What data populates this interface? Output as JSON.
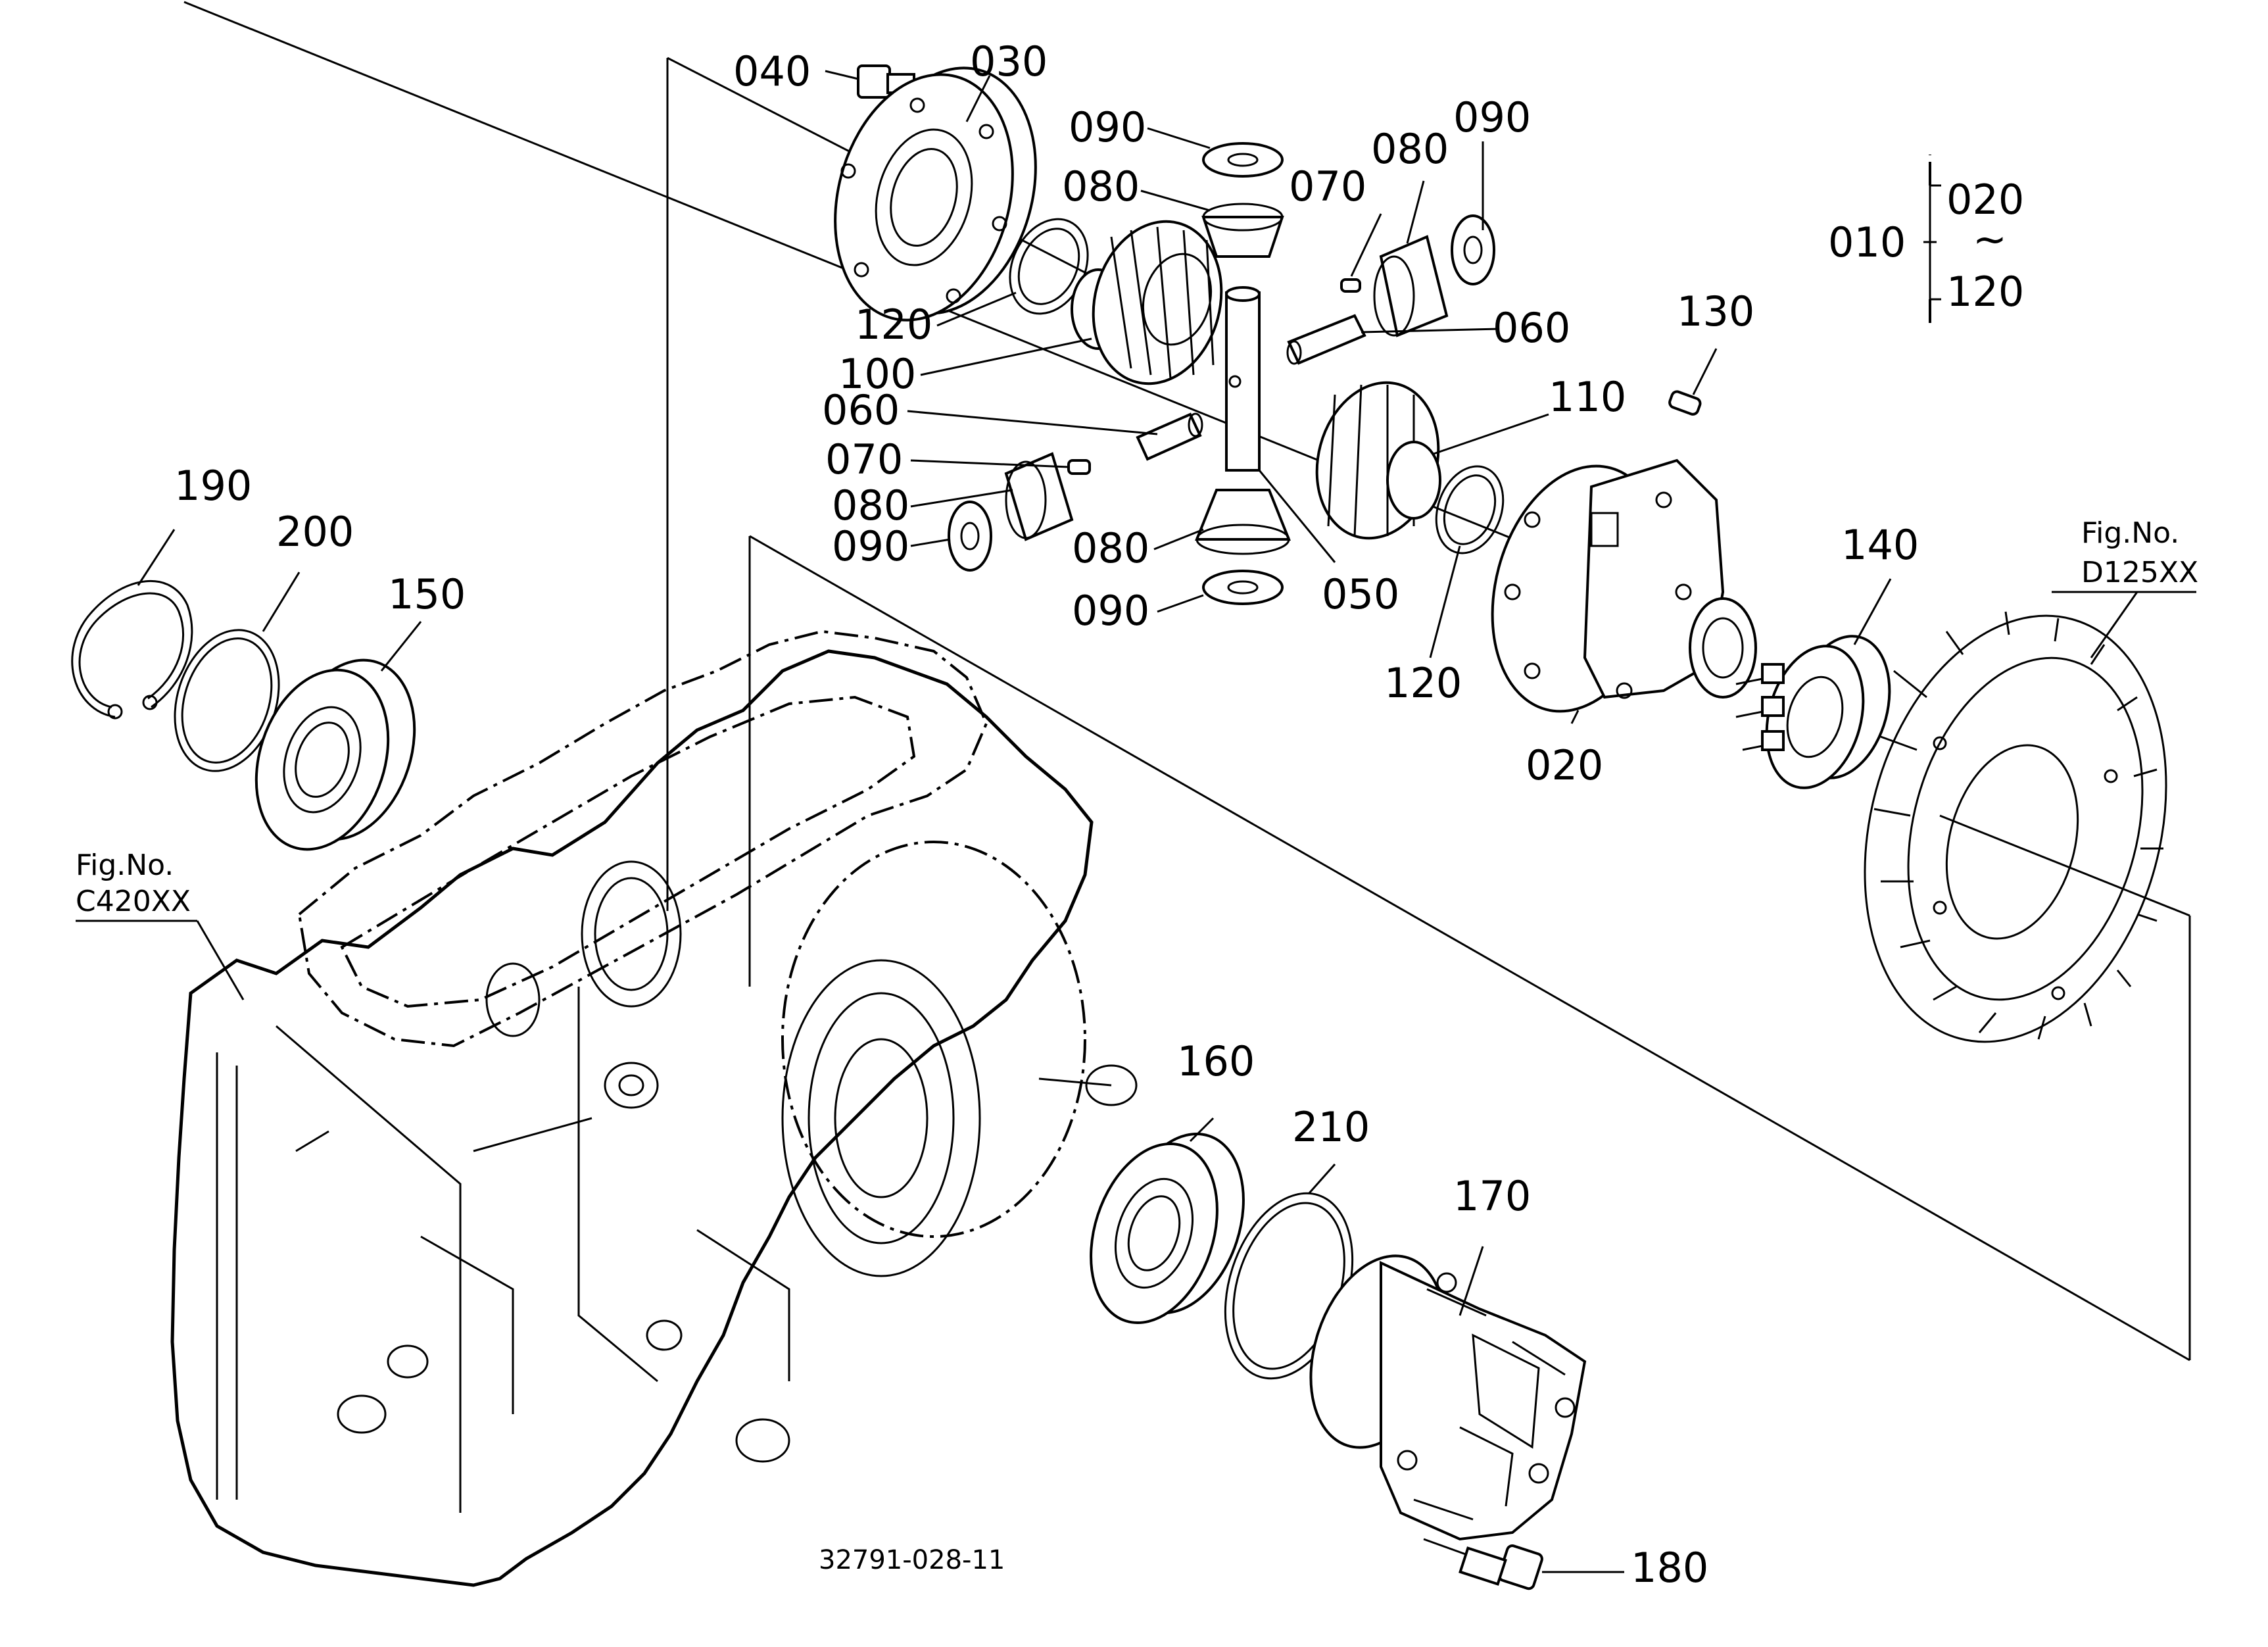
{
  "diagram_code": "32791-028-11",
  "references": {
    "left": {
      "title": "Fig.No.",
      "code": "C420XX"
    },
    "right": {
      "title": "Fig.No.",
      "code": "D125XX"
    }
  },
  "assembly": {
    "parent": "010",
    "from": "020",
    "tilde": "~",
    "to": "120"
  },
  "parts": {
    "p040": "040",
    "p030": "030",
    "p090a": "090",
    "p080a": "080",
    "p080b": "080",
    "p090b": "090",
    "p070a": "070",
    "p120a": "120",
    "p100": "100",
    "p060a": "060",
    "p060b": "060",
    "p070b": "070",
    "p080c": "080",
    "p090c": "090",
    "p080d": "080",
    "p090d": "090",
    "p110": "110",
    "p050": "050",
    "p120b": "120",
    "p130": "130",
    "p020": "020",
    "p140": "140",
    "p190": "190",
    "p200": "200",
    "p150": "150",
    "p160": "160",
    "p210": "210",
    "p170": "170",
    "p180": "180"
  }
}
